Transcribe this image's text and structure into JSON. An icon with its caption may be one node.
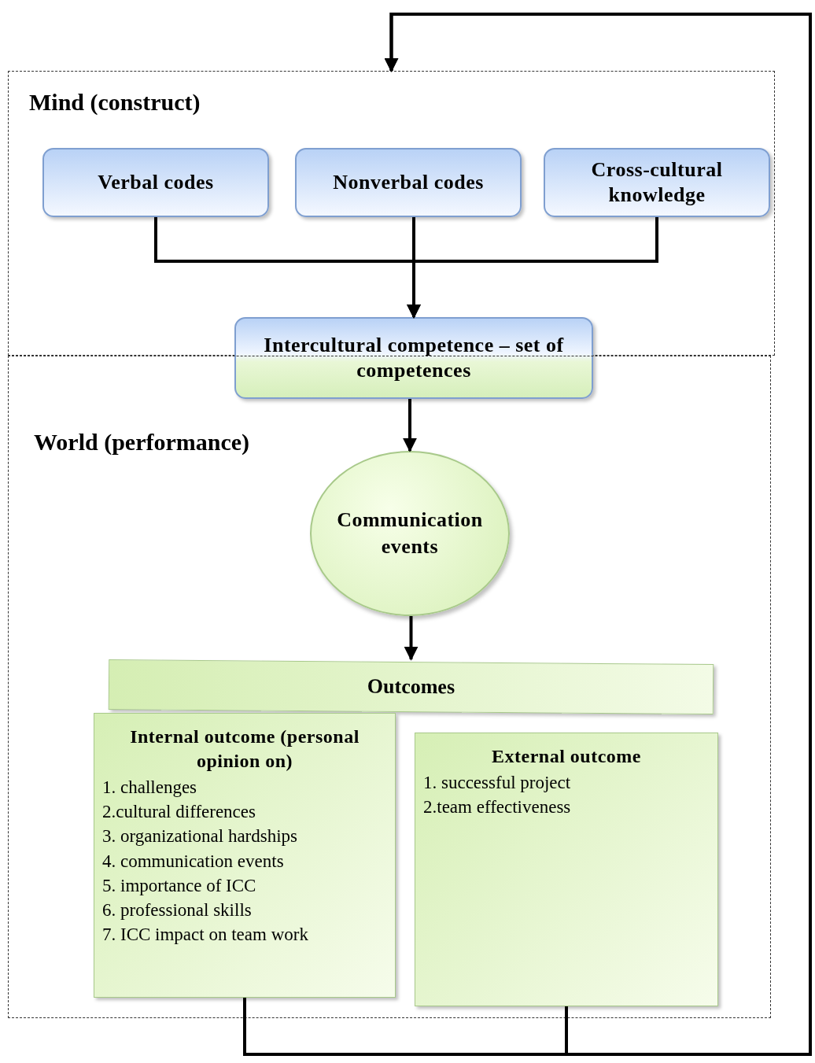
{
  "diagram": {
    "nodes": [
      {
        "text": [
          "Mind (construct)"
        ]
      },
      {
        "text": [
          "Verbal codes"
        ],
        "in": 0
      },
      {
        "text": [
          "Nonverbal codes"
        ],
        "in": 0
      },
      {
        "text": [
          "Cross-cultural knowledge"
        ],
        "in": 0
      },
      {
        "text": [
          "Intercultural competence – set of competences"
        ]
      },
      {
        "text": [
          "World (performance)"
        ]
      },
      {
        "text": [
          "Communication events"
        ],
        "in": 5
      },
      {
        "text": [
          "Outcomes"
        ],
        "in": 5
      },
      {
        "text": [
          "Internal outcome (personal opinion on)",
          "1. challenges",
          "2.cultural differences",
          "3. organizational hardships",
          "4. communication events",
          "5. importance of ICC",
          "6. professional skills",
          "7. ICC impact on team work"
        ],
        "in": 5
      },
      {
        "text": [
          "External outcome",
          "1. successful project",
          "2.team effectiveness"
        ],
        "in": 5
      }
    ],
    "edges": [
      {
        "from": 1,
        "to": 4,
        "arrow": "to"
      },
      {
        "from": 2,
        "to": 4,
        "arrow": "to"
      },
      {
        "from": 3,
        "to": 4,
        "arrow": "to"
      },
      {
        "from": 4,
        "to": 6,
        "arrow": "to"
      },
      {
        "from": 6,
        "to": 7,
        "arrow": "to"
      },
      {
        "from": 8,
        "to": 0,
        "arrow": "to"
      },
      {
        "from": 9,
        "to": 0,
        "arrow": "to"
      }
    ]
  }
}
